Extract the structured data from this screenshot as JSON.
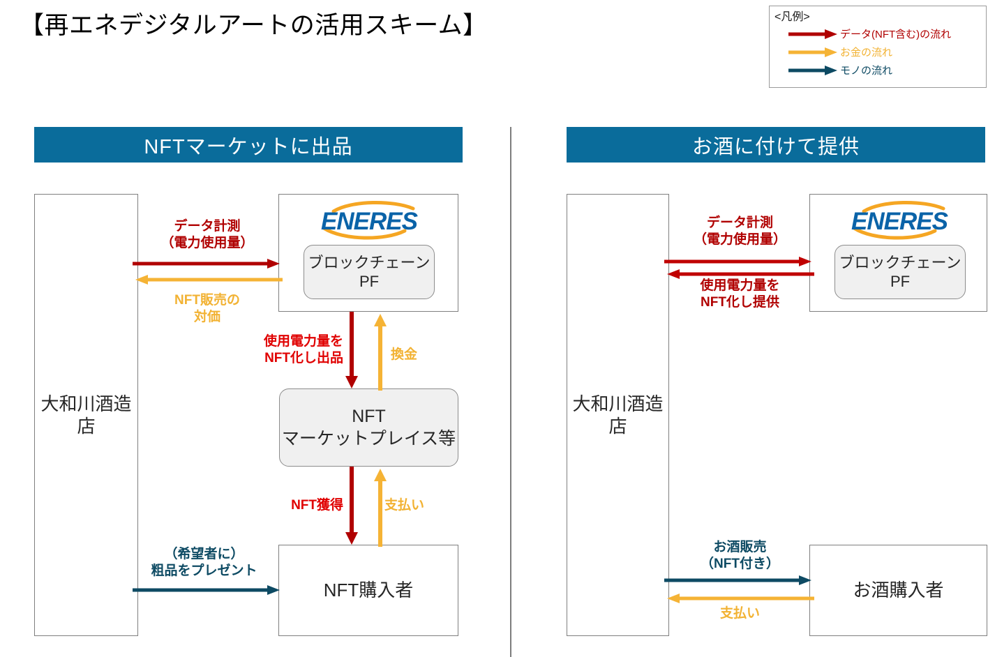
{
  "page": {
    "title": "【再エネデジタルアートの活用スキーム】"
  },
  "colors": {
    "data_flow": "#b00000",
    "data_flow_bright": "#d40000",
    "money_flow": "#f5b335",
    "goods_flow": "#0d4a63",
    "header_bg": "#0a6c9b",
    "box_border": "#7f7f7f",
    "rounded_box_fill": "#f0f0f0",
    "logo_blue": "#0a63a8",
    "logo_orange": "#f5a623"
  },
  "legend": {
    "title": "<凡例>",
    "items": [
      {
        "label": "データ(NFT含む)の流れ",
        "color": "#b00000"
      },
      {
        "label": "お金の流れ",
        "color": "#f5b335"
      },
      {
        "label": "モノの流れ",
        "color": "#0d4a63"
      }
    ]
  },
  "panels": {
    "left": {
      "header": "NFTマーケットに出品",
      "nodes": {
        "brewery": "大和川酒造店",
        "company_logo": "ENERES",
        "platform": "ブロックチェーン\nPF",
        "platform_line1": "ブロックチェーン",
        "platform_line2": "PF",
        "marketplace_line1": "NFT",
        "marketplace_line2": "マーケットプレイス等",
        "buyer": "NFT購入者"
      },
      "arrows": [
        {
          "label_line1": "データ計測",
          "label_line2": "（電力使用量）",
          "type": "data",
          "direction": "right"
        },
        {
          "label_line1": "NFT販売の",
          "label_line2": "対価",
          "type": "money",
          "direction": "left"
        },
        {
          "label_line1": "使用電力量を",
          "label_line2": "NFT化し出品",
          "type": "data",
          "direction": "down"
        },
        {
          "label_line1": "換金",
          "label_line2": "",
          "type": "money",
          "direction": "up"
        },
        {
          "label_line1": "NFT獲得",
          "label_line2": "",
          "type": "data",
          "direction": "down"
        },
        {
          "label_line1": "支払い",
          "label_line2": "",
          "type": "money",
          "direction": "up"
        },
        {
          "label_line1": "（希望者に）",
          "label_line2": "粗品をプレゼント",
          "type": "goods",
          "direction": "right"
        }
      ]
    },
    "right": {
      "header": "お酒に付けて提供",
      "nodes": {
        "brewery": "大和川酒造店",
        "company_logo": "ENERES",
        "platform_line1": "ブロックチェーン",
        "platform_line2": "PF",
        "buyer": "お酒購入者"
      },
      "arrows": [
        {
          "label_line1": "データ計測",
          "label_line2": "（電力使用量）",
          "type": "data",
          "direction": "right"
        },
        {
          "label_line1": "使用電力量を",
          "label_line2": "NFT化し提供",
          "type": "data",
          "direction": "left"
        },
        {
          "label_line1": "お酒販売",
          "label_line2": "（NFT付き）",
          "type": "goods",
          "direction": "right"
        },
        {
          "label_line1": "支払い",
          "label_line2": "",
          "type": "money",
          "direction": "left"
        }
      ]
    }
  }
}
